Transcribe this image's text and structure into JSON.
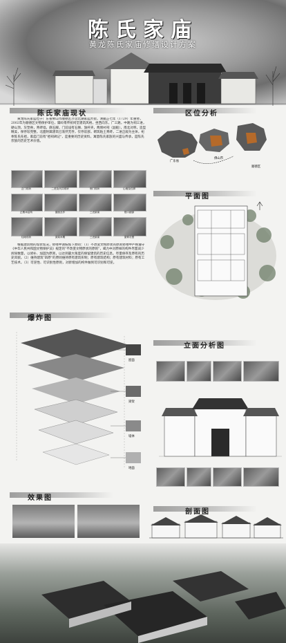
{
  "header": {
    "title": "陈氏家庙",
    "subtitle": "黄龙陈氏家庙修缮设计方案"
  },
  "sections": {
    "status": "陈氏家庙现状",
    "location": "区位分析",
    "plan": "平面图",
    "explode": "爆炸图",
    "elevation": "立面分析图",
    "effect": "效果图",
    "section": "剖面图"
  },
  "status_text": "黄龙陈氏家庙位于广东省佛山市顺德区沙滘北潮家庙大街，清雍正七年（1729）年重修，2002年为顺德区文物保护单位，属岭南传统祠堂建筑风格，坐西向东，广三路，中路为祠三进，硬山顶，灰塑脊，青砖墙，麻石脚，门前设有石狮、旗杆夹，两侧衬祠（副殿），南北对称，造型精美，保存较完整。北面附属建筑已荡然无存，仅存前部，砌筑粘土青砖，二进正殿为主体，祀奉陈氏先祖，家庙门前有\"祖祠碑记\"，是重要的历史资料，寓意陈氏家族的兴盛与传承，是陈氏宗族的历史艺术价值。",
  "analysis_text": "根据建筑物的现状现况，修缮申请按如下原则：（1）不改变文物原状的原则修缮中严格遵守《中华人民共和国文物保护法》规定的\"不改变文物原状的原则\"，竭力中对原样的构件尽量减少拆除数量，以修补、加固为原则，以达到最大限度的保留建筑的历史信息。尽量保存及原有的历史风貌。（2）维持建筑\"四原\"的原则维持原有建筑形制；原有建筑结构；原有建筑材料；原有工艺技术。（3）可逆性、可识别性原则，对新增加的构件做到可识别和可逆。",
  "location_labels": {
    "guangdong": "广东省",
    "foshan": "佛山市",
    "shunde": "顺德区"
  },
  "explode_labels": [
    "屋面",
    "梁架",
    "墙体",
    "地面"
  ],
  "photo_captions": [
    "正门现状",
    "二进及天井现状",
    "侧门现状",
    "山墙及石脚",
    "正殿木结构",
    "屋面瓦作",
    "三进梁架",
    "檐口细部",
    "柱础现状",
    "梁架木雕",
    "三进梁架",
    "屋脊灰塑"
  ],
  "colors": {
    "accent": "#3a3a3a",
    "paper": "#f3f3f1",
    "highlight": "#b56a2a"
  }
}
